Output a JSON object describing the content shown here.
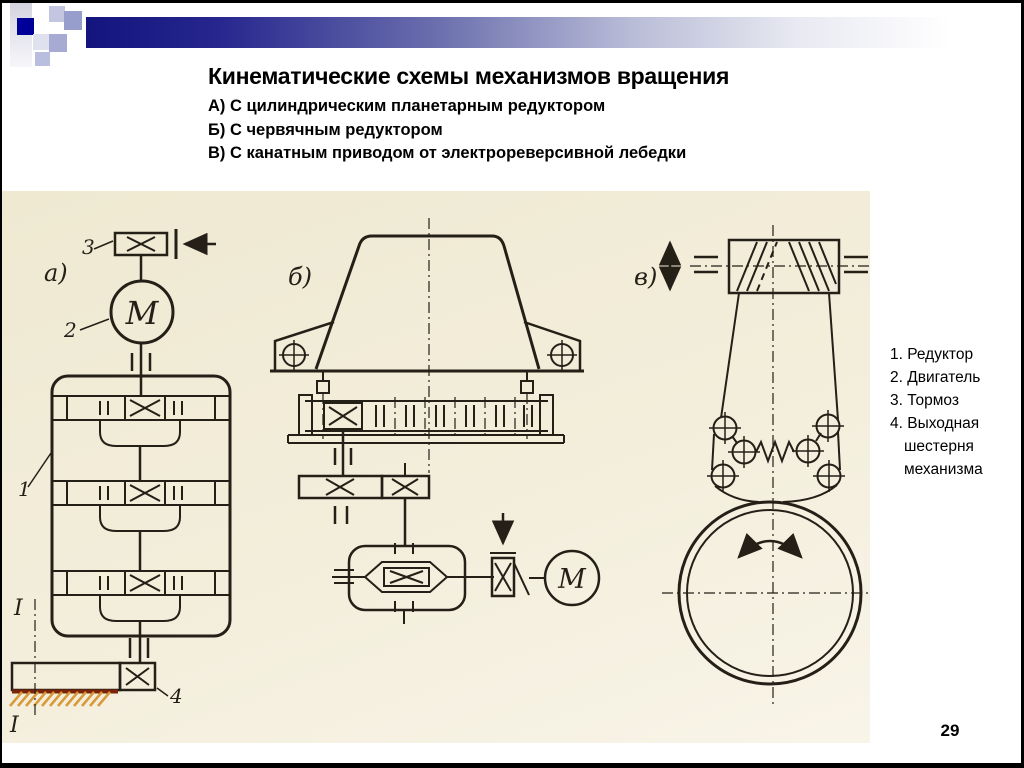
{
  "slide": {
    "title": "Кинематические схемы механизмов вращения",
    "items": [
      {
        "label": "А) С цилиндрическим планетарным редуктором"
      },
      {
        "label": "Б) С червячным редуктором"
      },
      {
        "label": "В) С канатным приводом от электрореверсивной лебедки"
      }
    ],
    "page_number": "29"
  },
  "legend": {
    "lines": [
      "1. Редуктор",
      "2. Двигатель",
      "3. Тормоз",
      "4. Выходная",
      "шестерня",
      "механизма"
    ]
  },
  "diagrams": {
    "a": {
      "label": "а)",
      "brake_ref": "3",
      "motor_ref": "2",
      "reducer_ref": "1",
      "output_ref": "4",
      "motor_letter": "M",
      "section_mark_top": "I",
      "section_mark_bottom": "I"
    },
    "b": {
      "label": "б)",
      "motor_letter": "M"
    },
    "v": {
      "label": "в)"
    }
  },
  "colors": {
    "accent_navy": "#14147e",
    "square_navy": "#000099",
    "lavender_light": "#c3c6e0",
    "lavender_mid": "#989ecb",
    "lavender_pale": "#dfe1ef",
    "lavender_mid2": "#a7abd4",
    "lavender_small": "#b9bdde",
    "scan_bg": "#efe9d2",
    "line": "#241f17",
    "hatch": "#d9993b",
    "hatch_dark": "#7b2408",
    "text": "#000000"
  }
}
